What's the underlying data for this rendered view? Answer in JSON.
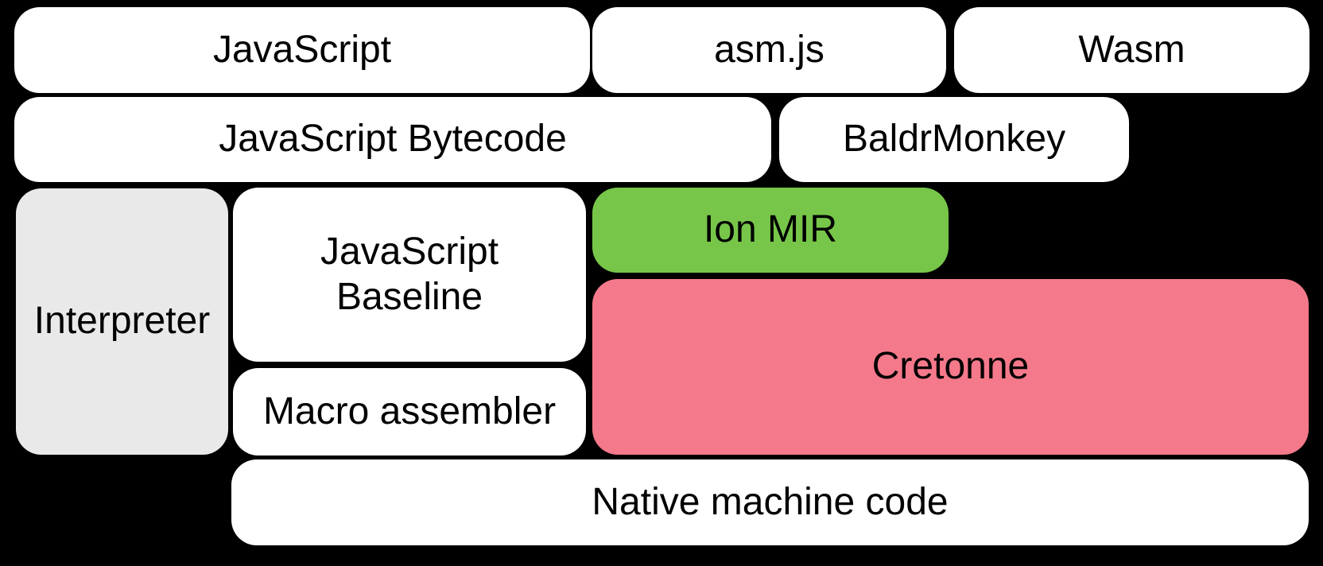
{
  "colors": {
    "background": "#000000",
    "white": "#ffffff",
    "gray": "#e9e9e9",
    "green": "#77c64a",
    "pink": "#f4798a",
    "text": "#000000"
  },
  "boxes": {
    "javascript": {
      "label": "JavaScript"
    },
    "asmjs": {
      "label": "asm.js"
    },
    "wasm": {
      "label": "Wasm"
    },
    "bytecode": {
      "label": "JavaScript Bytecode"
    },
    "baldrmonkey": {
      "label": "BaldrMonkey"
    },
    "interpreter": {
      "label": "Interpreter"
    },
    "baseline": {
      "line1": "JavaScript",
      "line2": "Baseline"
    },
    "ion_mir": {
      "label": "Ion MIR"
    },
    "cretonne": {
      "label": "Cretonne"
    },
    "macro_assembler": {
      "label": "Macro assembler"
    },
    "native_machine_code": {
      "label": "Native machine code"
    }
  }
}
